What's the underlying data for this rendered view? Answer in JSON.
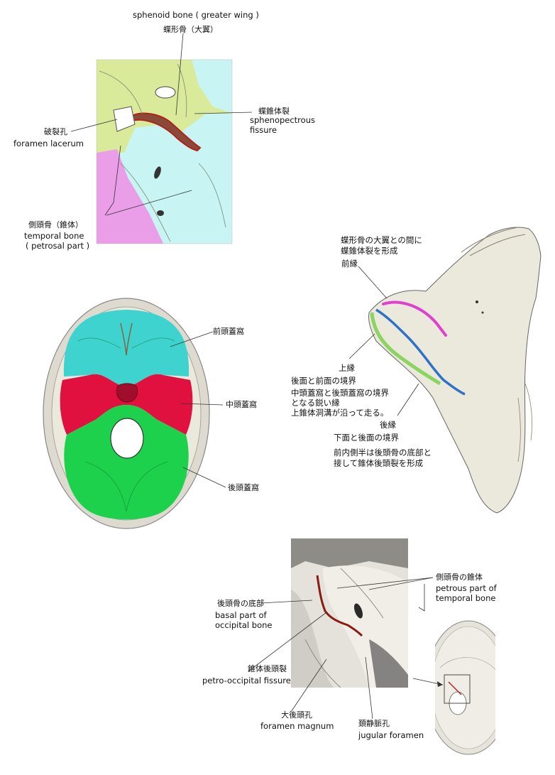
{
  "panel1": {
    "sphenoid_en": "sphenoid bone ( greater wing )",
    "sphenoid_jp": "蝶形骨（大翼）",
    "fissure_jp": "蝶錐体裂",
    "fissure_en": [
      "sphenopectrous",
      "fissure"
    ],
    "lacerum_jp": "破裂孔",
    "lacerum_en": "foramen lacerum",
    "temporal_jp": "側頭骨（錐体）",
    "temporal_en": [
      "temporal bone",
      "( petrosal part )"
    ]
  },
  "panel2": {
    "anterior": "前頭蓋窩",
    "middle": "中頭蓋窩",
    "posterior": "後頭蓋窩"
  },
  "panel3": {
    "anterior_note": [
      "蝶形骨の大翼との間に",
      "蝶錐体裂を形成"
    ],
    "anterior_edge": "前縁",
    "superior_edge": "上縁",
    "superior_notes": [
      "後面と前面の境界",
      "中頭蓋窩と後頭蓋窩の境界",
      "となる鋭い縁",
      "上錐体洞溝が沿って走る。"
    ],
    "posterior_edge": "後縁",
    "posterior_note1": "下面と後面の境界",
    "posterior_notes2": [
      "前内側半は後頭骨の底部と",
      "接して錐体後頭裂を形成"
    ]
  },
  "panel4": {
    "petrous_jp": "側頭骨の錐体",
    "petrous_en": [
      "petrous part of",
      "temporal bone"
    ],
    "basal_jp": "後頭骨の底部",
    "basal_en": [
      "basal part of",
      "occipital bone"
    ],
    "petrooccipital_jp": "錐体後頭裂",
    "petrooccipital_en": "petro-occipital fissure",
    "magnum_jp": "大後頭孔",
    "magnum_en": "foramen magnum",
    "jugular_jp": "頚静脈孔",
    "jugular_en": "jugular  foramen"
  },
  "colors": {
    "sphenoid_green": "#d9eb9a",
    "petrous_cyan": "#c8f4f4",
    "temporal_pink": "#ea9ee8",
    "fossa_anterior": "#3fd3cf",
    "fossa_middle": "#e0103f",
    "fossa_posterior": "#1ed14c",
    "bone": "#ebe8dc",
    "fissure_red": "#b0231b",
    "anterior_edge_magenta": "#e040d0",
    "superior_edge_blue": "#2d72c8",
    "posterior_edge_green": "#7ad04a"
  }
}
